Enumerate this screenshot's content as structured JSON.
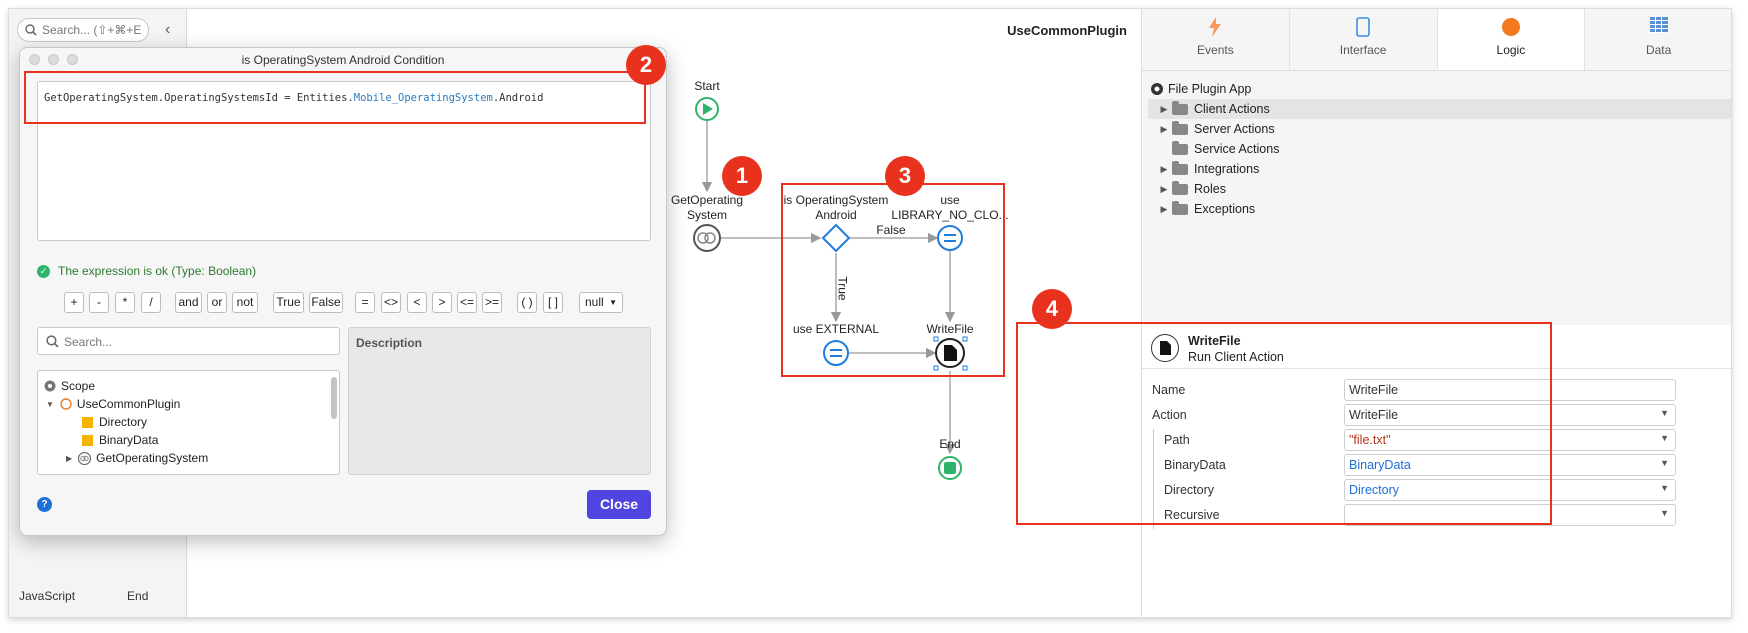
{
  "left": {
    "search_placeholder": "Search... (⇧+⌘+E",
    "bottom_items": [
      "JavaScript",
      "End"
    ]
  },
  "canvas": {
    "title": "UseCommonPlugin",
    "nodes": {
      "start": "Start",
      "get_os_1": "GetOperating",
      "get_os_2": "System",
      "if_1": "is OperatingSystem",
      "if_2": "Android",
      "use_lib_1": "use",
      "use_lib_2": "LIBRARY_NO_CLO...",
      "use_external": "use EXTERNAL",
      "write_file": "WriteFile",
      "end": "End"
    },
    "edge_labels": {
      "false": "False",
      "true": "True"
    }
  },
  "callouts": [
    "1",
    "2",
    "3",
    "4"
  ],
  "dialog": {
    "title": "is OperatingSystem Android Condition",
    "expression_prefix": "GetOperatingSystem.OperatingSystemsId = Entities.",
    "expression_entity": "Mobile_OperatingSystem",
    "expression_suffix": ".Android",
    "status": "The expression is ok (Type: Boolean)",
    "operators": [
      "+",
      "-",
      "*",
      "/",
      "and",
      "or",
      "not",
      "True",
      "False",
      "=",
      "<>",
      "<",
      ">",
      "<=",
      ">=",
      "( )",
      "[ ]",
      "null"
    ],
    "search_placeholder": "Search...",
    "scope": {
      "root": "Scope",
      "plugin": "UseCommonPlugin",
      "items": [
        "Directory",
        "BinaryData"
      ],
      "action": "GetOperatingSystem"
    },
    "description_label": "Description",
    "help": "?",
    "close_label": "Close"
  },
  "right": {
    "tabs": [
      {
        "label": "Events",
        "icon": "lightning-icon"
      },
      {
        "label": "Interface",
        "icon": "phone-icon"
      },
      {
        "label": "Logic",
        "icon": "logic-circle-icon"
      },
      {
        "label": "Data",
        "icon": "grid-icon"
      }
    ],
    "active_tab": "Logic",
    "tree": {
      "app_name": "File Plugin App",
      "folders": [
        "Client Actions",
        "Server Actions",
        "Service Actions",
        "Integrations",
        "Roles",
        "Exceptions"
      ]
    },
    "props": {
      "title": "WriteFile",
      "subtitle": "Run Client Action",
      "rows": [
        {
          "label": "Name",
          "value": "WriteFile"
        },
        {
          "label": "Action",
          "value": "WriteFile"
        },
        {
          "label": "Path",
          "value": "\"file.txt\""
        },
        {
          "label": "BinaryData",
          "value": "BinaryData"
        },
        {
          "label": "Directory",
          "value": "Directory"
        },
        {
          "label": "Recursive",
          "value": ""
        }
      ]
    }
  },
  "colors": {
    "callout_red": "#e8321e",
    "start_green": "#2fb36b",
    "flow_blue": "#1e7be0",
    "close_button": "#5045e0",
    "logic_orange": "#f37a1f",
    "string_red": "#b2361b",
    "entity_blue": "#2a7bbf"
  }
}
